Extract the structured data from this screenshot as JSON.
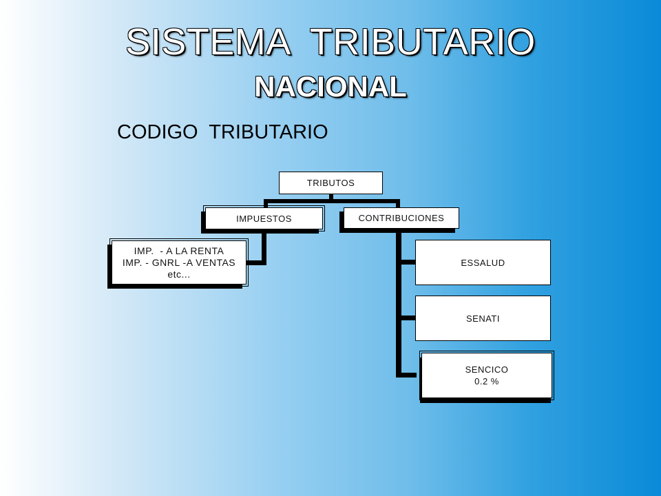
{
  "title": {
    "line1": "SISTEMA  TRIBUTARIO",
    "line2": "NACIONAL"
  },
  "subtitle": "CODIGO  TRIBUTARIO",
  "org_chart": {
    "root": "TRIBUTOS",
    "left": {
      "label": "IMPUESTOS",
      "child_lines": [
        "IMP.  - A LA RENTA",
        "IMP. - GNRL -A VENTAS",
        "etc..."
      ]
    },
    "right": {
      "label": "CONTRIBUCIONES",
      "children": [
        {
          "lines": [
            "ESSALUD"
          ]
        },
        {
          "lines": [
            "SENATI"
          ]
        },
        {
          "lines": [
            "SENCICO",
            "0.2 %"
          ]
        }
      ]
    }
  }
}
